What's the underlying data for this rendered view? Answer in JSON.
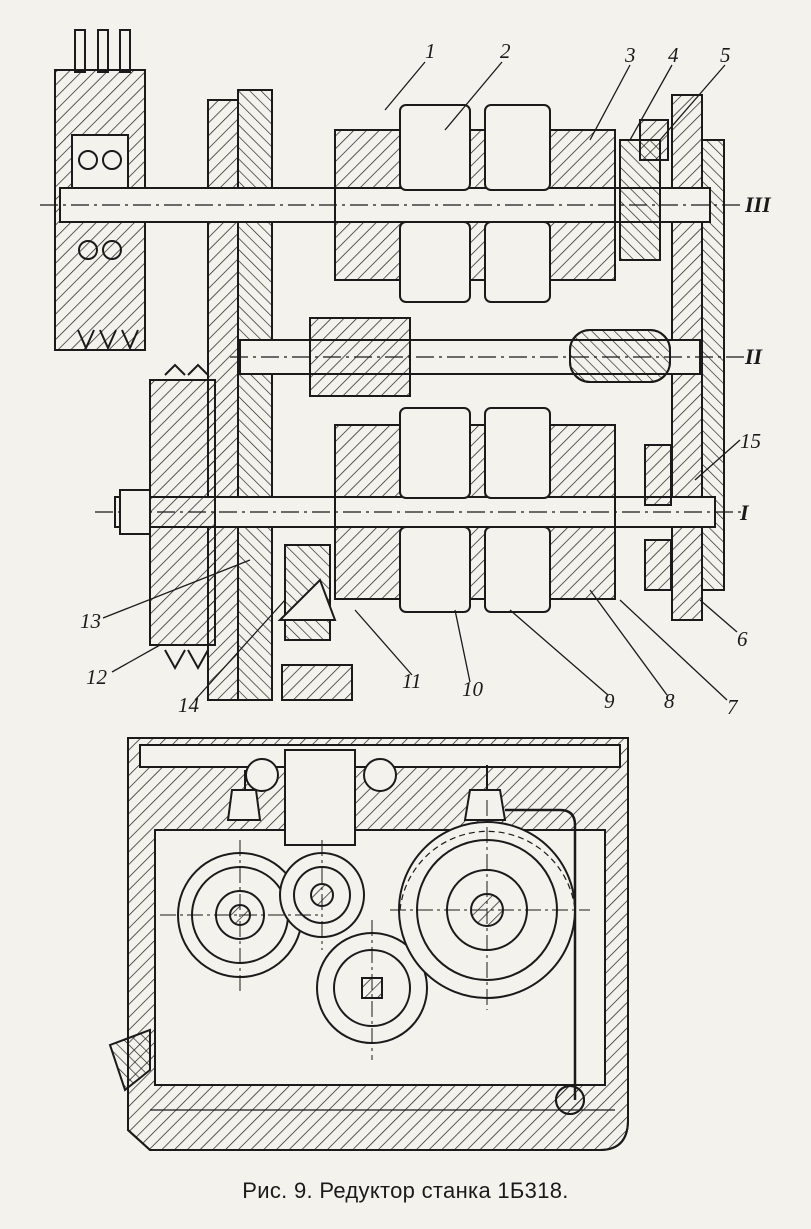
{
  "figure": {
    "caption": "Рис. 9. Редуктор станка 1Б318.",
    "callouts": [
      "1",
      "2",
      "3",
      "4",
      "5",
      "6",
      "7",
      "8",
      "9",
      "10",
      "11",
      "12",
      "13",
      "14",
      "15"
    ],
    "shafts": [
      "III",
      "II",
      "I"
    ],
    "ink_color": "#1a1a1a",
    "paper_color": "#f4f2ec",
    "views": [
      "longitudinal-section",
      "cross-section"
    ]
  }
}
